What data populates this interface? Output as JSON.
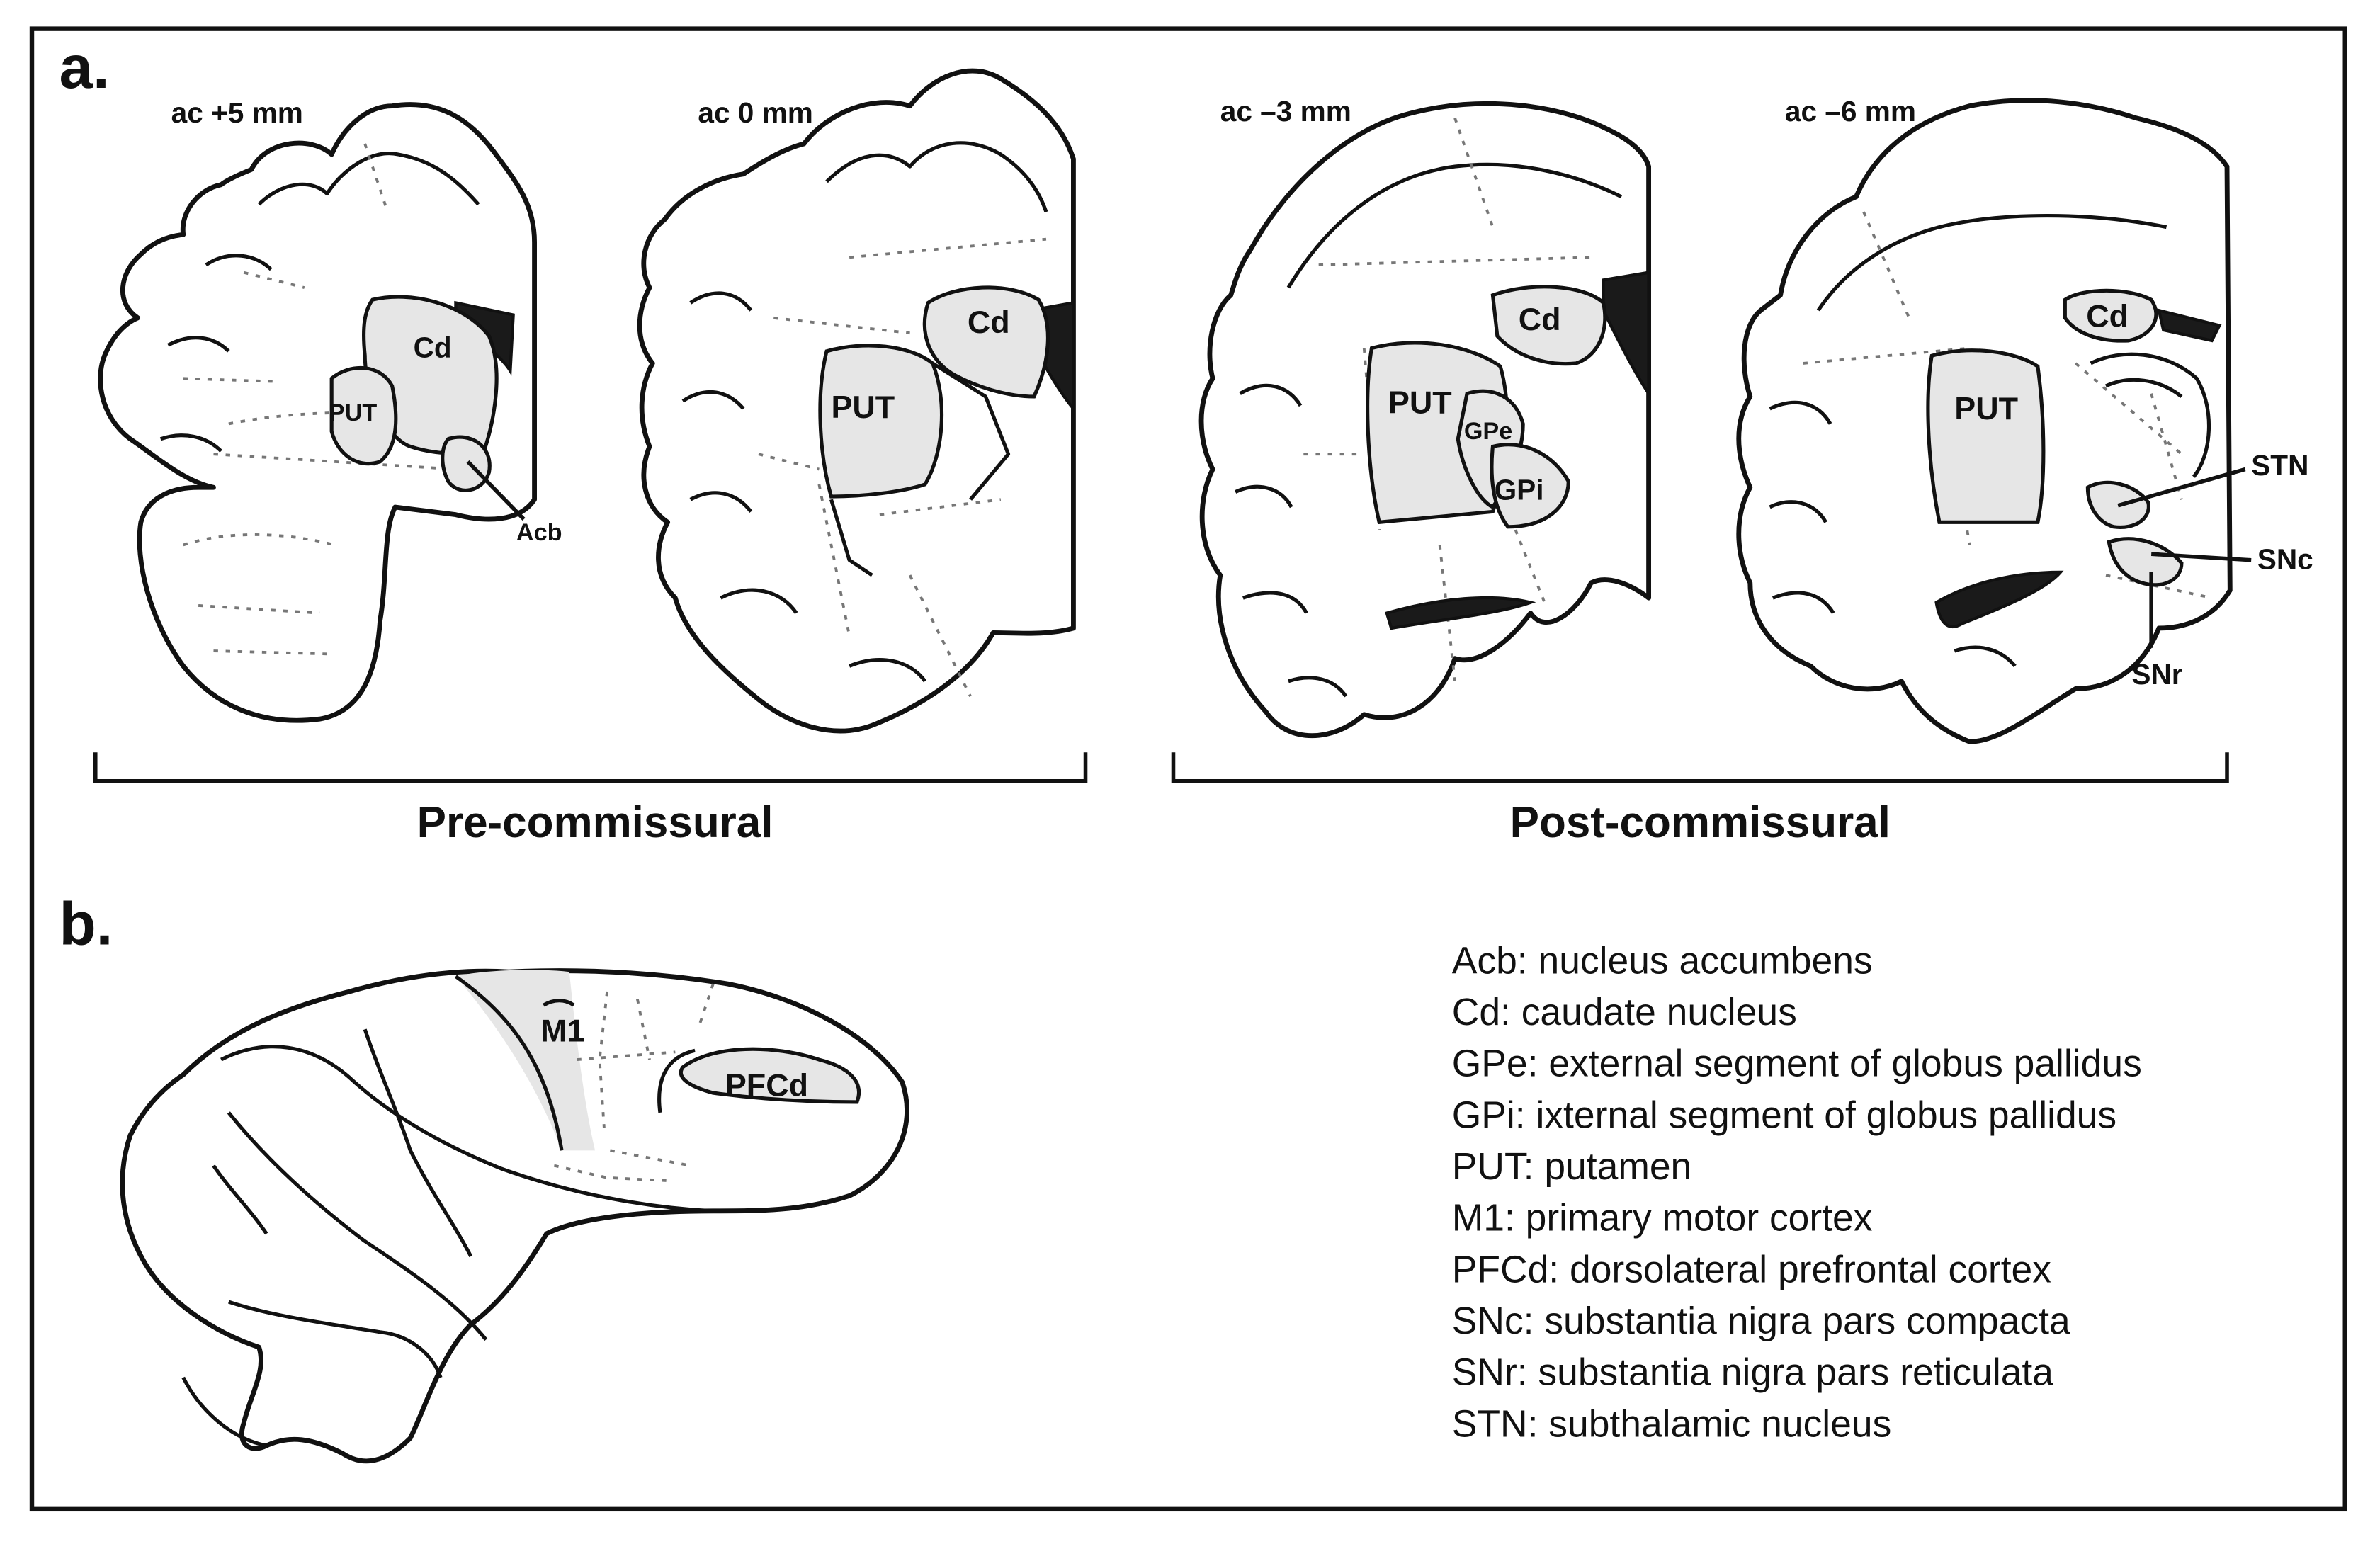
{
  "panel_a": {
    "letter": "a.",
    "sections": [
      {
        "level": "ac +5 mm"
      },
      {
        "level": "ac 0 mm"
      },
      {
        "level": "ac –3 mm"
      },
      {
        "level": "ac –6 mm"
      }
    ],
    "region_labels": {
      "cd": "Cd",
      "put": "PUT",
      "acb": "Acb",
      "gpe": "GPe",
      "gpi": "GPi",
      "stn": "STN",
      "snc": "SNc",
      "snr": "SNr"
    },
    "groups": {
      "pre": "Pre-commissural",
      "post": "Post-commissural"
    }
  },
  "panel_b": {
    "letter": "b.",
    "regions": {
      "m1": "M1",
      "pfcd": "PFCd"
    }
  },
  "legend": [
    "Acb: nucleus accumbens",
    "Cd: caudate nucleus",
    "GPe: external segment of globus pallidus",
    "GPi: ixternal segment of globus pallidus",
    "PUT: putamen",
    "M1: primary motor cortex",
    "PFCd: dorsolateral prefrontal cortex",
    "SNc: substantia nigra pars compacta",
    "SNr: substantia nigra pars reticulata",
    "STN: subthalamic nucleus"
  ],
  "colors": {
    "highlight": "#e6e6e6",
    "ventricle": "#1a1a1a",
    "line": "#111111"
  }
}
